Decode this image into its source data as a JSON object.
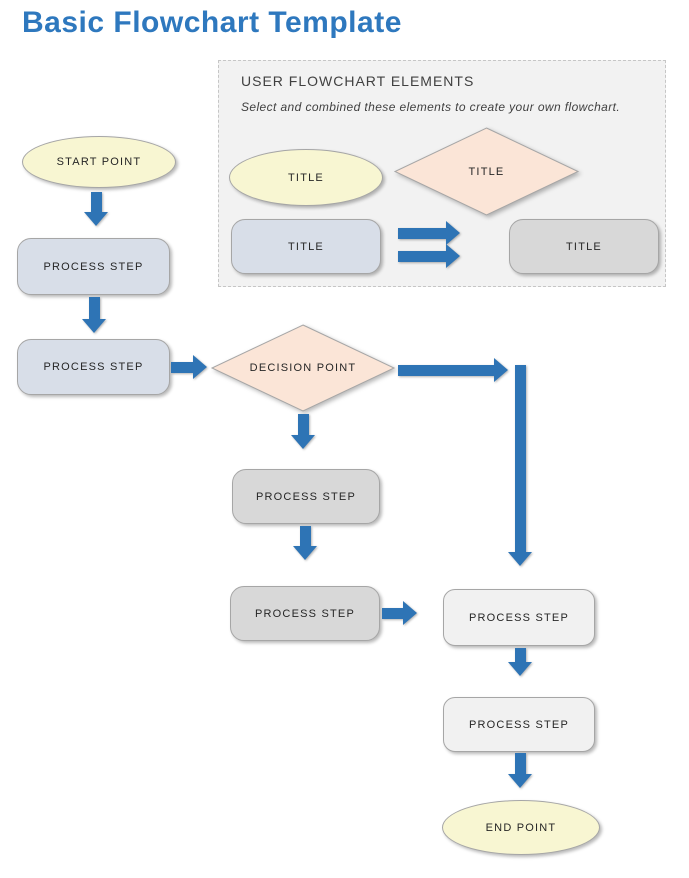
{
  "page_title": "Basic Flowchart Template",
  "legend": {
    "header": "USER FLOWCHART ELEMENTS",
    "subtitle": "Select and combined these elements to create your own flowchart.",
    "samples": {
      "ellipse": "TITLE",
      "diamond": "TITLE",
      "rect_blue": "TITLE",
      "rect_gray": "TITLE"
    }
  },
  "flow": {
    "start": "START POINT",
    "p1": "PROCESS STEP",
    "p2": "PROCESS STEP",
    "decision": "DECISION POINT",
    "p3": "PROCESS STEP",
    "p4": "PROCESS STEP",
    "p5": "PROCESS STEP",
    "p6": "PROCESS STEP",
    "end": "END POINT"
  },
  "colors": {
    "title_blue": "#2E78BE",
    "accent_blue": "#2E74B5",
    "yellow_fill": "#F8F6D2",
    "peach_fill": "#FBE5D7",
    "bluegray_fill": "#D8DEE8",
    "gray_fill": "#D8D8D8",
    "lightgray_fill": "#F1F1F1",
    "shape_border": "#A6A6A6",
    "panel_bg": "#F2F2F2",
    "panel_border": "#C6C6C6",
    "text_gray": "#404040",
    "text_dark": "#262626"
  }
}
